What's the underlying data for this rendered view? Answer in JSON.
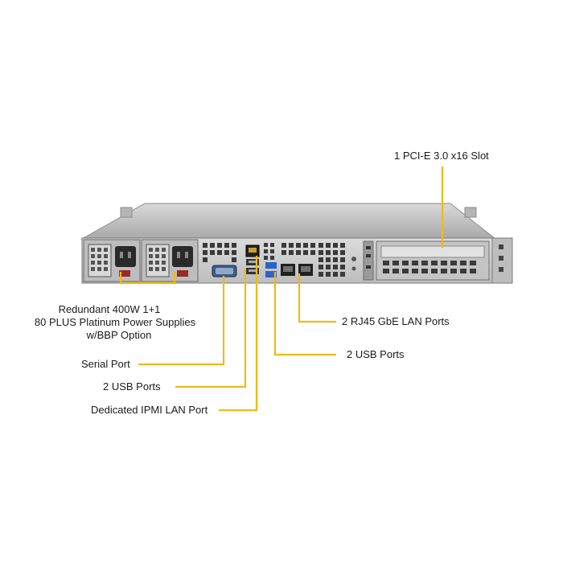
{
  "colors": {
    "leader": "#f2b816",
    "background": "#ffffff",
    "chassis_light": "#c9c9c9",
    "chassis_dark": "#6e6e6e"
  },
  "callouts": {
    "pcie_slot": "1 PCI-E 3.0 x16 Slot",
    "psu_line1": "Redundant  400W 1+1",
    "psu_line2": "80 PLUS Platinum  Power Supplies",
    "psu_line3": "w/BBP Option",
    "lan_ports": "2 RJ45 GbE LAN Ports",
    "usb_ports_right": "2 USB Ports",
    "serial_port": "Serial Port",
    "usb_ports_left": "2 USB Ports",
    "ipmi_port": "Dedicated IPMI  LAN Port"
  }
}
